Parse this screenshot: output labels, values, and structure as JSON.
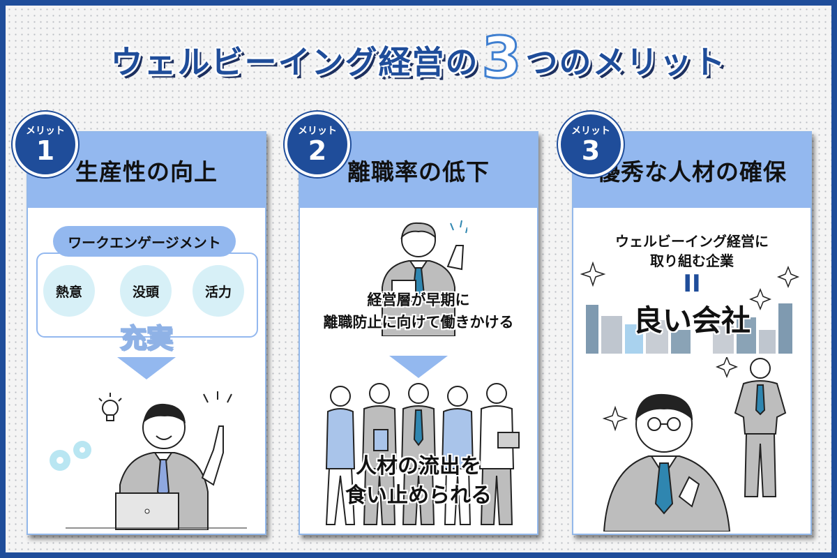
{
  "title": {
    "prefix": "ウェルビーイング経営の",
    "number": "3",
    "suffix": "つのメリット"
  },
  "colors": {
    "navy": "#1f4d9a",
    "header_blue": "#93b8ef",
    "circle_fill": "#d7f0f7"
  },
  "cards": [
    {
      "badge_label": "メリット",
      "badge_number": "1",
      "heading": "生産性の向上",
      "engagement_label": "ワークエンゲージメント",
      "circles": [
        "熱意",
        "没頭",
        "活力"
      ],
      "result": "充実",
      "icons": [
        "lightbulb-icon",
        "gear-icon",
        "laptop-icon"
      ]
    },
    {
      "badge_label": "メリット",
      "badge_number": "2",
      "heading": "離職率の低下",
      "description_lines": [
        "経営層が早期に",
        "離職防止に向けて働きかける"
      ],
      "result_lines": [
        "人材の流出を",
        "食い止められる"
      ]
    },
    {
      "badge_label": "メリット",
      "badge_number": "3",
      "heading": "優秀な人材の確保",
      "description_lines": [
        "ウェルビーイング経営に",
        "取り組む企業"
      ],
      "equals": "II",
      "result": "良い会社",
      "icons": [
        "sparkle-icon",
        "building-icon"
      ]
    }
  ]
}
